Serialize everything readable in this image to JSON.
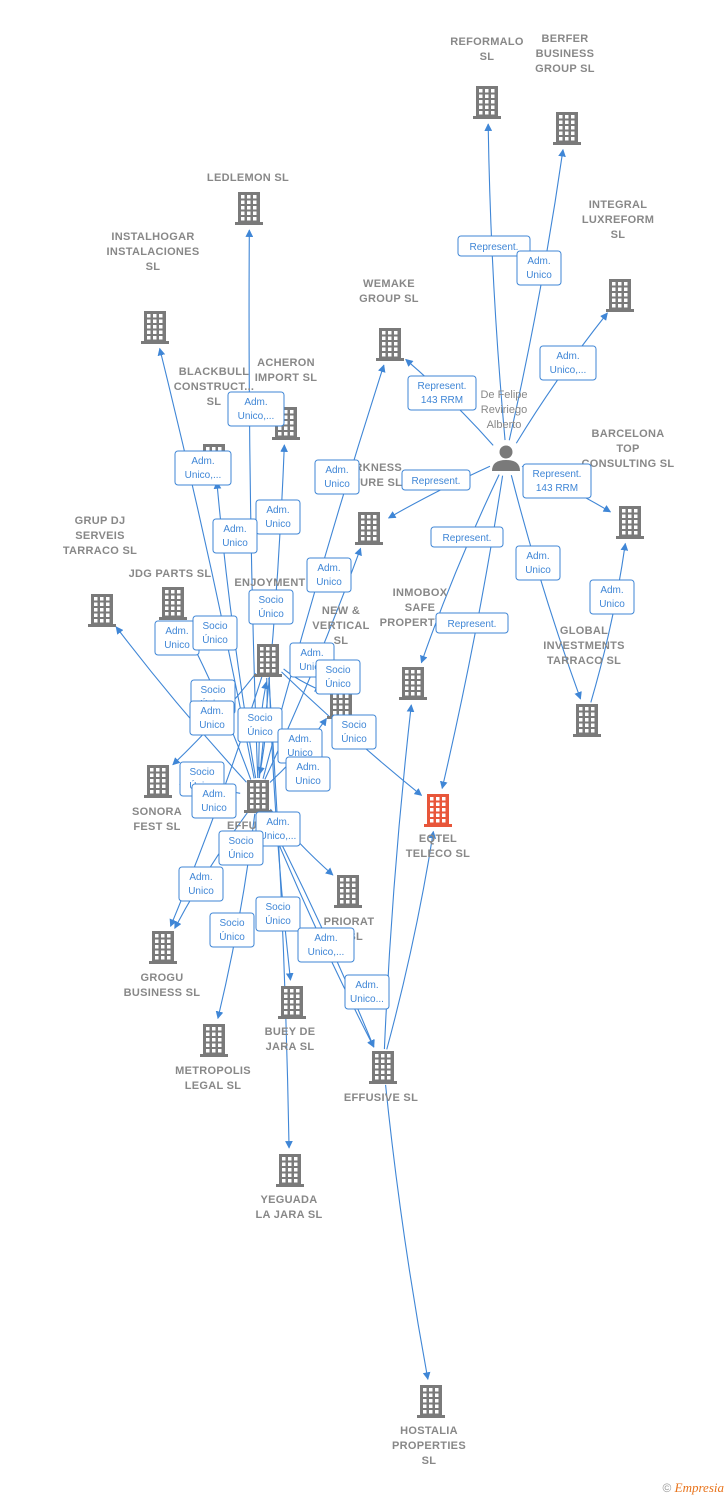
{
  "nodes": [
    {
      "id": "reformalo",
      "lines": [
        "REFORMALO",
        "SL"
      ]
    },
    {
      "id": "berfer",
      "lines": [
        "BERFER",
        "BUSINESS",
        "GROUP SL"
      ]
    },
    {
      "id": "integral",
      "lines": [
        "INTEGRAL",
        "LUXREFORM",
        "SL"
      ]
    },
    {
      "id": "ledlemon",
      "lines": [
        "LEDLEMON  SL"
      ]
    },
    {
      "id": "instalhogar",
      "lines": [
        "INSTALHOGAR",
        "INSTALACIONES",
        "SL"
      ]
    },
    {
      "id": "wemake",
      "lines": [
        "WEMAKE",
        "GROUP  SL"
      ]
    },
    {
      "id": "acheron",
      "lines": [
        "ACHERON",
        "IMPORT  SL"
      ]
    },
    {
      "id": "blackbull",
      "lines": [
        "BLACKBULL",
        "CONSTRUCT...",
        "SL"
      ]
    },
    {
      "id": "darkness",
      "lines": [
        "DARKNESS",
        "FUTURE  SL"
      ]
    },
    {
      "id": "barcelona",
      "lines": [
        "BARCELONA",
        "TOP",
        "CONSULTING SL"
      ]
    },
    {
      "id": "grupdj",
      "lines": [
        "GRUP DJ",
        "SERVEIS",
        "TARRACO  SL"
      ]
    },
    {
      "id": "jdg",
      "lines": [
        "JDG PARTS  SL"
      ]
    },
    {
      "id": "enjoyment",
      "lines": [
        "ENJOYMENT",
        "SL"
      ]
    },
    {
      "id": "newvertical",
      "lines": [
        "NEW &",
        "VERTICAL",
        "SL"
      ]
    },
    {
      "id": "inmobox",
      "lines": [
        "INMOBOX",
        "SAFE",
        "PROPERTY  SL"
      ]
    },
    {
      "id": "global",
      "lines": [
        "GLOBAL",
        "INVESTMENTS",
        "TARRACO  SL"
      ]
    },
    {
      "id": "sonora",
      "lines": [
        "SONORA",
        "FEST  SL"
      ]
    },
    {
      "id": "effu",
      "lines": [
        "EFFU..."
      ]
    },
    {
      "id": "eqtel",
      "lines": [
        "EQTEL",
        "TELECO  SL"
      ]
    },
    {
      "id": "priorat",
      "lines": [
        "PRIORAT",
        "...  SL"
      ]
    },
    {
      "id": "grogu",
      "lines": [
        "GROGU",
        "BUSINESS  SL"
      ]
    },
    {
      "id": "buey",
      "lines": [
        "BUEY DE",
        "JARA  SL"
      ]
    },
    {
      "id": "metropolis",
      "lines": [
        "METROPOLIS",
        "LEGAL  SL"
      ]
    },
    {
      "id": "effusive",
      "lines": [
        "EFFUSIVE  SL"
      ]
    },
    {
      "id": "yeguada",
      "lines": [
        "YEGUADA",
        "LA JARA  SL"
      ]
    },
    {
      "id": "hostalia",
      "lines": [
        "HOSTALIA",
        "PROPERTIES",
        "SL"
      ]
    }
  ],
  "person": {
    "id": "defelipe",
    "lines": [
      "De Felipe",
      "Reviriego",
      "Alberto"
    ]
  },
  "edges": [
    {
      "from": "defelipe",
      "to": "reformalo",
      "lines": [
        "Represent."
      ]
    },
    {
      "from": "defelipe",
      "to": "berfer",
      "lines": [
        "Adm.",
        "Unico"
      ]
    },
    {
      "from": "defelipe",
      "to": "integral",
      "lines": [
        "Adm.",
        "Unico,..."
      ]
    },
    {
      "from": "defelipe",
      "to": "wemake",
      "lines": [
        "Represent.",
        "143 RRM"
      ]
    },
    {
      "from": "defelipe",
      "to": "darkness",
      "lines": [
        "Represent."
      ]
    },
    {
      "from": "defelipe",
      "to": "barcelona",
      "lines": [
        "Represent.",
        "143 RRM"
      ]
    },
    {
      "from": "defelipe",
      "to": "inmobox",
      "lines": [
        "Represent."
      ]
    },
    {
      "from": "defelipe",
      "to": "eqtel",
      "lines": [
        "Represent."
      ]
    },
    {
      "from": "defelipe",
      "to": "global",
      "lines": [
        "Adm.",
        "Unico"
      ]
    },
    {
      "from": "global",
      "to": "barcelona",
      "lines": [
        "Adm.",
        "Unico"
      ]
    },
    {
      "from": "effu",
      "to": "ledlemon",
      "lines": [
        "Adm.",
        "Unico,..."
      ]
    },
    {
      "from": "effu",
      "to": "instalhogar",
      "lines": [
        "Adm.",
        "Unico,..."
      ]
    },
    {
      "from": "effu",
      "to": "wemake",
      "lines": [
        "Adm.",
        "Unico"
      ]
    },
    {
      "from": "effu",
      "to": "acheron",
      "lines": [
        "Adm.",
        "Unico"
      ]
    },
    {
      "from": "effu",
      "to": "blackbull",
      "lines": [
        "Adm.",
        "Unico"
      ]
    },
    {
      "from": "effu",
      "to": "darkness",
      "lines": [
        "Adm.",
        "Unico"
      ]
    },
    {
      "from": "effu",
      "to": "grupdj",
      "lines": [
        "Adm.",
        "Unico"
      ]
    },
    {
      "from": "effu",
      "to": "jdg",
      "lines": [
        "Socio",
        "Único"
      ]
    },
    {
      "from": "effu",
      "to": "enjoyment",
      "lines": [
        "Socio",
        "Único"
      ]
    },
    {
      "from": "effu",
      "to": "newvertical",
      "lines": [
        "Adm.",
        "Unico"
      ]
    },
    {
      "from": "enjoyment",
      "to": "newvertical",
      "lines": [
        "Socio",
        "Único"
      ]
    },
    {
      "from": "enjoyment",
      "to": "sonora",
      "lines": [
        "Socio",
        "Único"
      ]
    },
    {
      "from": "enjoyment",
      "to": "eqtel",
      "lines": [
        "Socio",
        "Único"
      ]
    },
    {
      "from": "effu",
      "to": "sonora",
      "lines": [
        "Adm.",
        "Unico"
      ]
    },
    {
      "from": "effu",
      "to": "grogu",
      "lines": [
        "Socio",
        "Único"
      ]
    },
    {
      "from": "enjoyment",
      "to": "grogu",
      "lines": [
        "Adm.",
        "Unico"
      ]
    },
    {
      "from": "effu",
      "to": "priorat",
      "lines": [
        "Adm.",
        "Unico"
      ]
    },
    {
      "from": "effu",
      "to": "metropolis",
      "lines": [
        "Socio",
        "Único"
      ]
    },
    {
      "from": "enjoyment",
      "to": "buey",
      "lines": [
        "Adm.",
        "Unico"
      ]
    },
    {
      "from": "effu",
      "to": "effusive",
      "lines": [
        "Adm.",
        "Unico,..."
      ]
    },
    {
      "from": "effusive",
      "to": "inmobox",
      "lines": [
        "Socio",
        "Único"
      ]
    },
    {
      "from": "effusive",
      "to": "eqtel",
      "lines": [
        "Adm.",
        "Unico"
      ]
    },
    {
      "from": "effu",
      "to": "effusive",
      "lines": [
        "Socio",
        "Único"
      ]
    },
    {
      "from": "enjoyment",
      "to": "yeguada",
      "lines": [
        "Socio",
        "Único"
      ]
    },
    {
      "from": "effusive",
      "to": "hostalia",
      "lines": [
        "Adm.",
        "Unico,..."
      ]
    },
    {
      "from": "enjoyment",
      "to": "effu",
      "lines": [
        "Adm.",
        "Unico..."
      ]
    }
  ],
  "colors": {
    "edge": "#3f86d6",
    "building": "#7a7a7a",
    "building_main": "#e8563a",
    "text": "#888888"
  },
  "footer": {
    "copyright": "©",
    "brand": "Empresia"
  }
}
